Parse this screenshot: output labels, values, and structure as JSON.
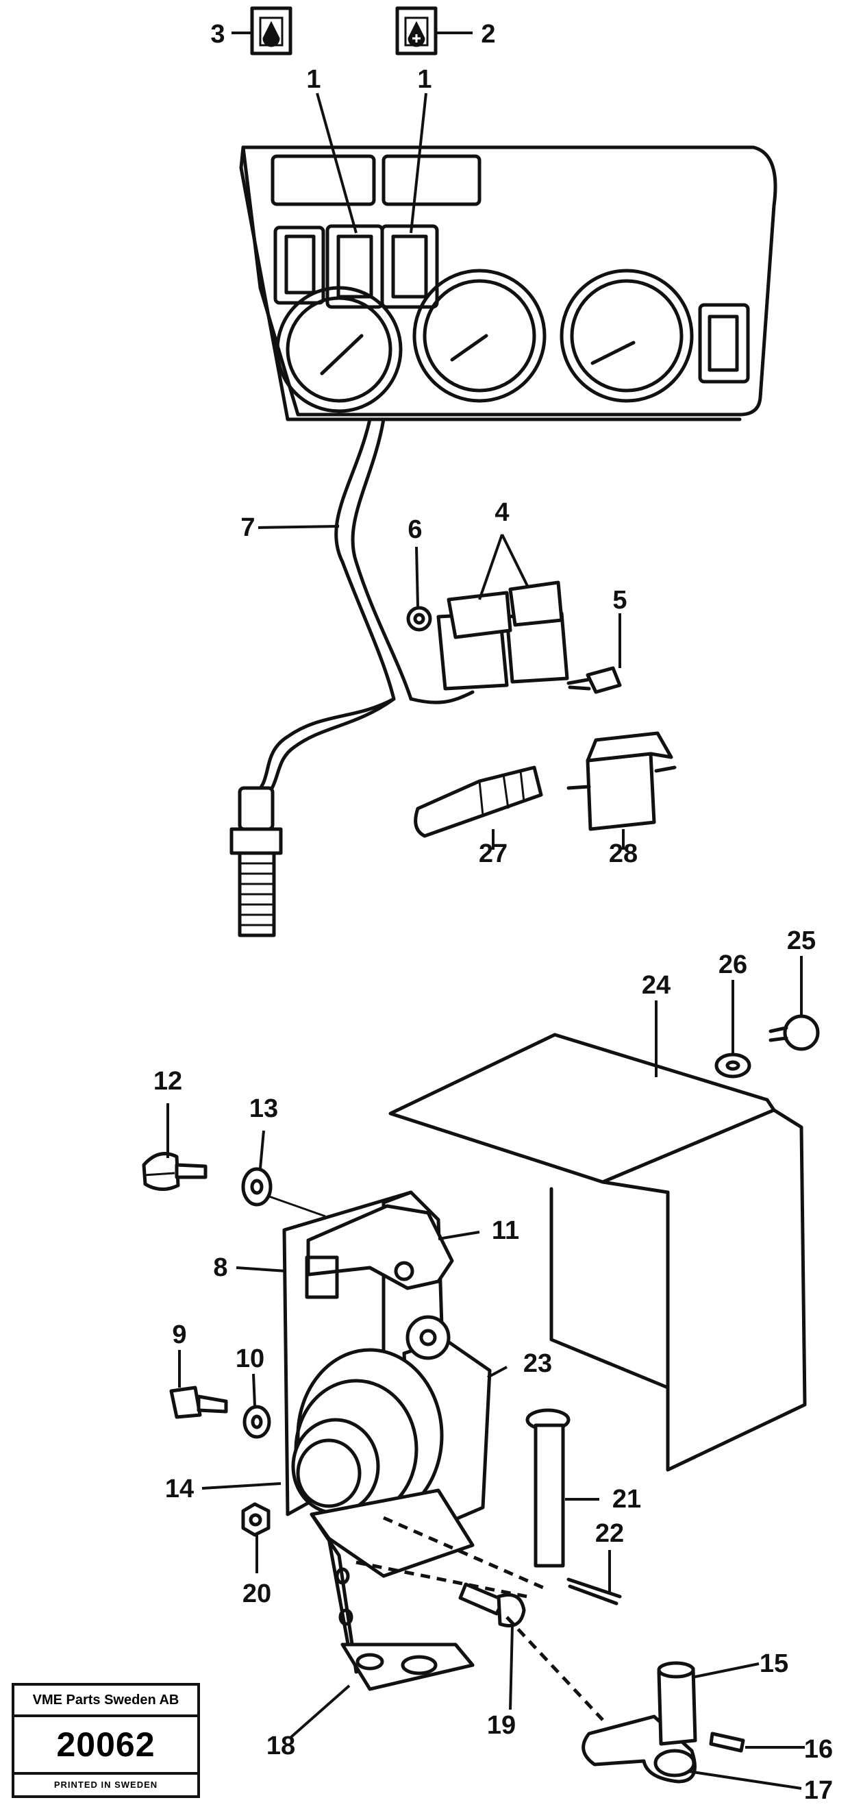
{
  "diagram": {
    "callouts": [
      "1",
      "1",
      "2",
      "3",
      "4",
      "5",
      "6",
      "7",
      "8",
      "9",
      "10",
      "11",
      "12",
      "13",
      "14",
      "15",
      "16",
      "17",
      "18",
      "19",
      "20",
      "21",
      "22",
      "23",
      "24",
      "25",
      "26",
      "27",
      "28"
    ]
  },
  "stamp": {
    "company": "VME Parts Sweden AB",
    "part_number": "20062",
    "printed": "PRINTED IN SWEDEN"
  }
}
